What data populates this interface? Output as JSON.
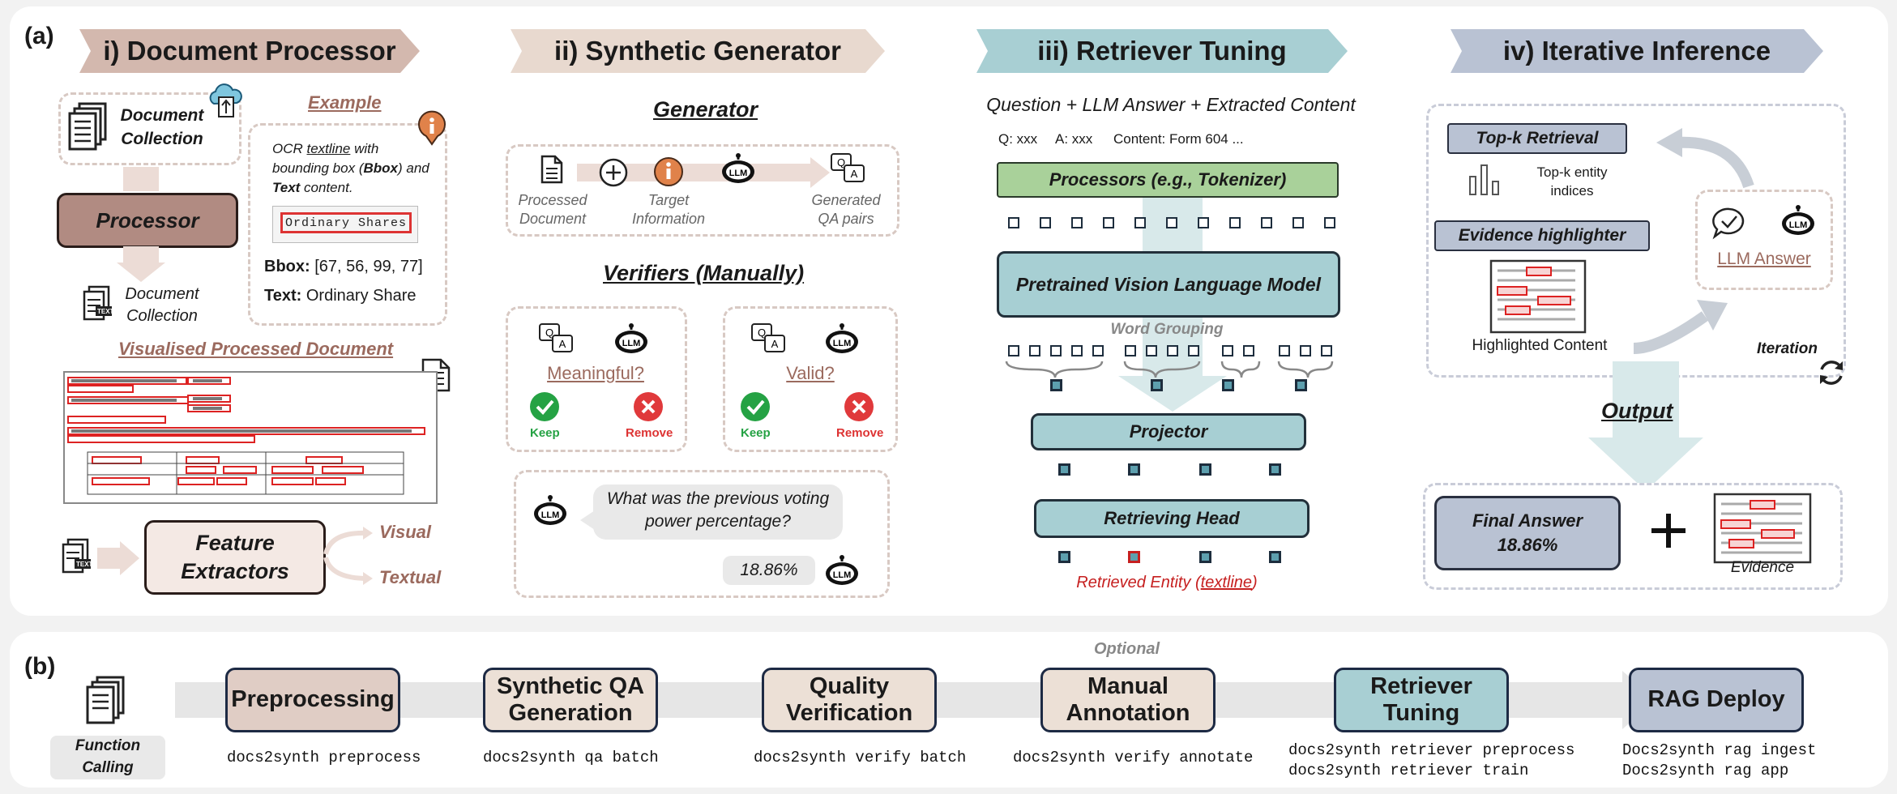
{
  "panel_a": {
    "label": "(a)",
    "sections": [
      {
        "title": "i) Document Processor",
        "color": "#d3b8ae"
      },
      {
        "title": "ii) Synthetic Generator",
        "color": "#e8d9cf"
      },
      {
        "title": "iii) Retriever Tuning",
        "color": "#a8cfd3"
      },
      {
        "title": "iv) Iterative Inference",
        "color": "#b9c2d3"
      }
    ],
    "doc_processor": {
      "doc_collection_1": "Document Collection",
      "processor": "Processor",
      "doc_collection_2": "Document Collection",
      "example_title": "Example",
      "example_text_1": "OCR ",
      "example_text_textline": "textline",
      "example_text_2": " with bounding box (",
      "example_text_bbox": "Bbox",
      "example_text_3": ") and ",
      "example_text_text": "Text",
      "example_text_4": " content.",
      "crop_text": "Ordinary Shares",
      "bbox_label": "Bbox:",
      "bbox_value": "[67, 56, 99, 77]",
      "text_label": "Text:",
      "text_value": "Ordinary Share",
      "visualised_title": "Visualised Processed Document",
      "feature_extractors": "Feature Extractors",
      "visual": "Visual",
      "textual": "Textual"
    },
    "synth_gen": {
      "generator_title": "Generator",
      "processed_document": "Processed Document",
      "target_information": "Target Information",
      "generated_qa": "Generated QA pairs",
      "verifiers_title": "Verifiers (Manually)",
      "meaningful": "Meaningful?",
      "valid": "Valid?",
      "keep": "Keep",
      "remove": "Remove",
      "question": "What was the previous voting power percentage?",
      "answer": "18.86%"
    },
    "retriever": {
      "top_caption": "Question + LLM Answer + Extracted Content",
      "q_text": "Q: xxx",
      "a_text": "A: xxx",
      "content_text": "Content: Form 604 ...",
      "processors": "Processors (e.g., Tokenizer)",
      "vlm": "Pretrained Vision Language Model",
      "word_grouping": "Word Grouping",
      "projector": "Projector",
      "retrieving_head": "Retrieving Head",
      "retrieved_entity": "Retrieved Entity (",
      "retrieved_entity_em": "textline",
      "retrieved_entity_end": ")"
    },
    "inference": {
      "topk_retrieval": "Top-k Retrieval",
      "topk_indices": "Top-k entity indices",
      "evidence_highlighter": "Evidence highlighter",
      "highlighted_content": "Highlighted Content",
      "llm_answer": "LLM Answer",
      "iteration": "Iteration",
      "output": "Output",
      "final_answer": "Final Answer",
      "final_value": "18.86%",
      "evidence": "Evidence"
    }
  },
  "panel_b": {
    "label": "(b)",
    "function_calling": "Function Calling",
    "optional": "Optional",
    "steps": [
      {
        "label": "Preprocessing",
        "color": "#e0cdc5",
        "cmd": "docs2synth preprocess"
      },
      {
        "label": "Synthetic QA Generation",
        "color": "#ece0d6",
        "cmd": "docs2synth qa batch"
      },
      {
        "label": "Quality Verification",
        "color": "#ece0d6",
        "cmd": "docs2synth verify batch"
      },
      {
        "label": "Manual Annotation",
        "color": "#ece0d6",
        "cmd": "docs2synth verify annotate"
      },
      {
        "label": "Retriever Tuning",
        "color": "#a8cfd3",
        "cmd": "docs2synth retriever preprocess\ndocs2synth retriever train"
      },
      {
        "label": "RAG Deploy",
        "color": "#b9c2d3",
        "cmd": "Docs2synth rag ingest\nDocs2synth rag app"
      }
    ]
  }
}
